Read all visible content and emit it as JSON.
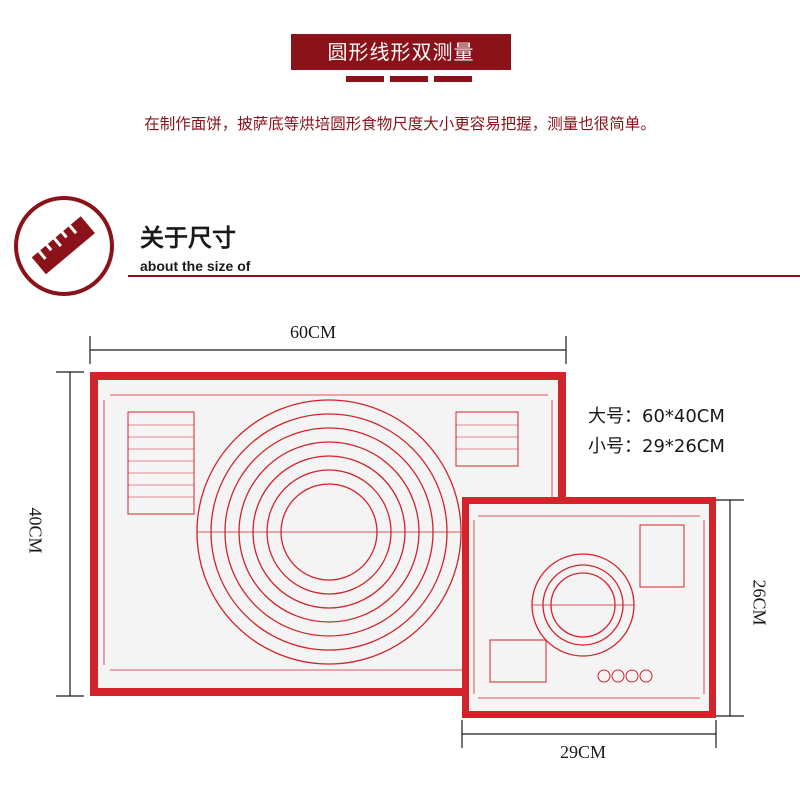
{
  "header": {
    "banner_title": "圆形线形双测量",
    "description": "在制作面饼，披萨底等烘培圆形食物尺度大小更容易把握，测量也很简单。"
  },
  "section": {
    "title_cn": "关于尺寸",
    "title_en": "about the size of",
    "icon": "ruler-icon"
  },
  "dimensions": {
    "large_width": "60CM",
    "large_height": "40CM",
    "small_width": "29CM",
    "small_height": "26CM"
  },
  "sizes": {
    "large": "大号：60*40CM",
    "small": "小号：29*26CM"
  },
  "colors": {
    "brand": "#8a1218",
    "mat_border": "#d3232b",
    "mat_inner": "#f3f3f3"
  }
}
